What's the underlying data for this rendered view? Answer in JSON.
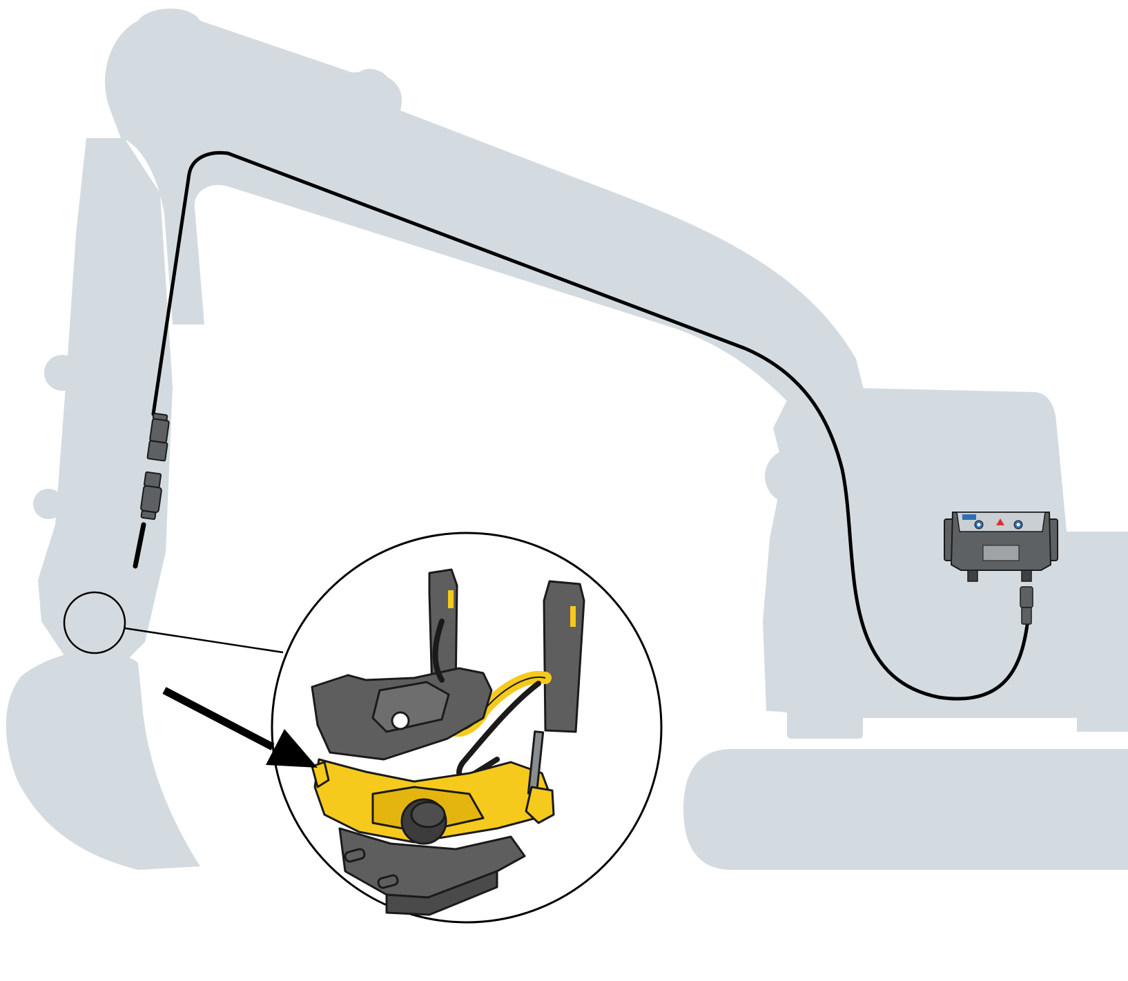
{
  "diagram": {
    "subject": "excavator",
    "elements": [
      {
        "name": "excavator-silhouette",
        "color": "#d3dbe0"
      },
      {
        "name": "cable-route",
        "color": "#000000"
      },
      {
        "name": "control-unit",
        "color": "#5e6163",
        "panel_color": "#c9cfd3"
      },
      {
        "name": "cable-connectors",
        "color": "#5e6163"
      },
      {
        "name": "zoom-callout-small",
        "color": "#000000"
      },
      {
        "name": "zoom-callout-large",
        "color": "#000000"
      },
      {
        "name": "quick-coupler-detail",
        "body_color": "#5e5e5e",
        "accent_color": "#f6ca1c"
      },
      {
        "name": "pointer-arrow",
        "color": "#000000"
      }
    ]
  },
  "colors": {
    "silhouette": "#d3dbe0",
    "cable": "#000000",
    "steel": "#5e5e5e",
    "steel_light": "#8a8d90",
    "yellow": "#f6ca1c",
    "outline": "#1a1a1a",
    "indicator_blue": "#2f6fb5",
    "indicator_red": "#d6322b"
  }
}
